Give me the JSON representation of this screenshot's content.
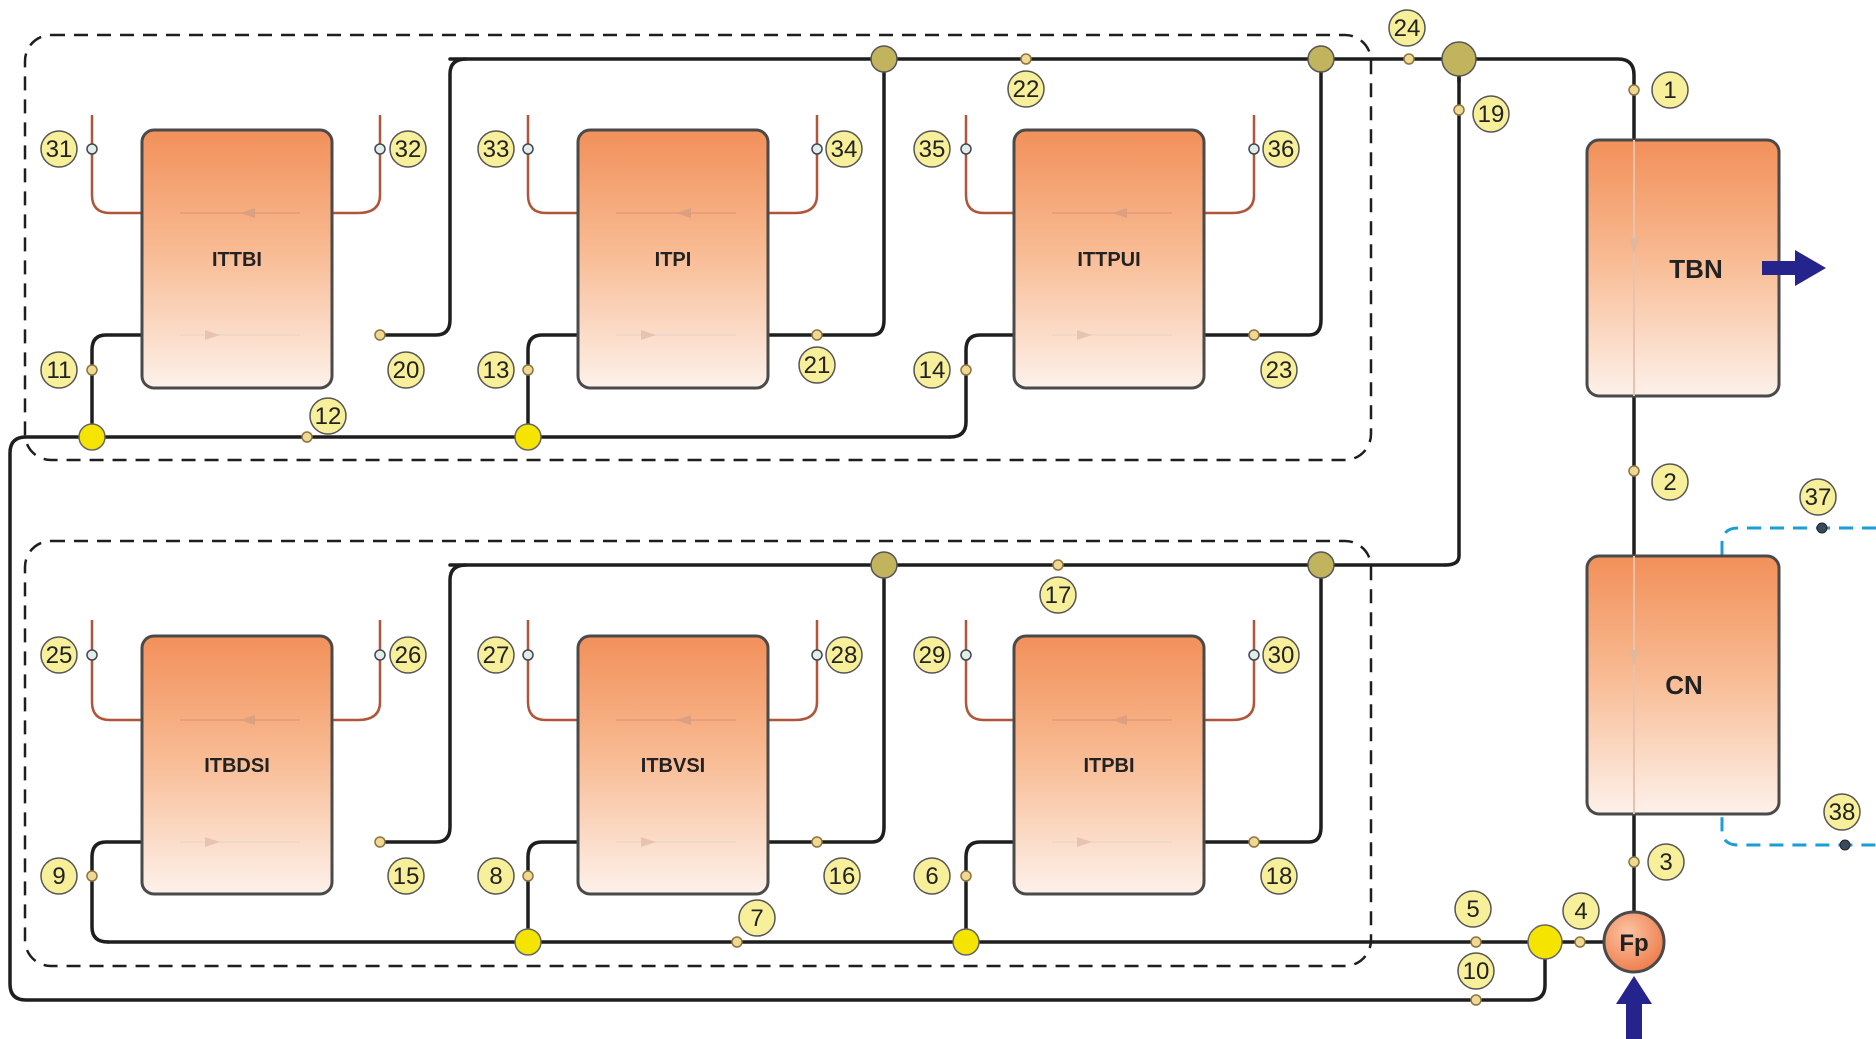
{
  "units": {
    "ittbi": "ITTBI",
    "itpi": "ITPI",
    "ittpui": "ITTPUI",
    "itbdsi": "ITBDSI",
    "itbvsi": "ITBVSI",
    "itpbi": "ITPBI",
    "tbn": "TBN",
    "cn": "CN",
    "fp": "Fp"
  },
  "points": {
    "p1": "1",
    "p2": "2",
    "p3": "3",
    "p4": "4",
    "p5": "5",
    "p6": "6",
    "p7": "7",
    "p8": "8",
    "p9": "9",
    "p10": "10",
    "p11": "11",
    "p12": "12",
    "p13": "13",
    "p14": "14",
    "p15": "15",
    "p16": "16",
    "p17": "17",
    "p18": "18",
    "p19": "19",
    "p20": "20",
    "p21": "21",
    "p22": "22",
    "p23": "23",
    "p24": "24",
    "p25": "25",
    "p26": "26",
    "p27": "27",
    "p28": "28",
    "p29": "29",
    "p30": "30",
    "p31": "31",
    "p32": "32",
    "p33": "33",
    "p34": "34",
    "p35": "35",
    "p36": "36",
    "p37": "37",
    "p38": "38"
  },
  "colors": {
    "unit_top": "#f2905a",
    "unit_bottom": "#fdf1ea",
    "label_fill": "#f8ef9b",
    "junction_yellow": "#f5e300",
    "junction_olive": "#c2b45c",
    "arrow_blue": "#24248c",
    "pump_fill": "#f4936a",
    "cooling_loop": "#1b9ed6"
  },
  "icons": {
    "output_arrow": "right-arrow-icon",
    "input_arrow": "up-arrow-icon"
  }
}
